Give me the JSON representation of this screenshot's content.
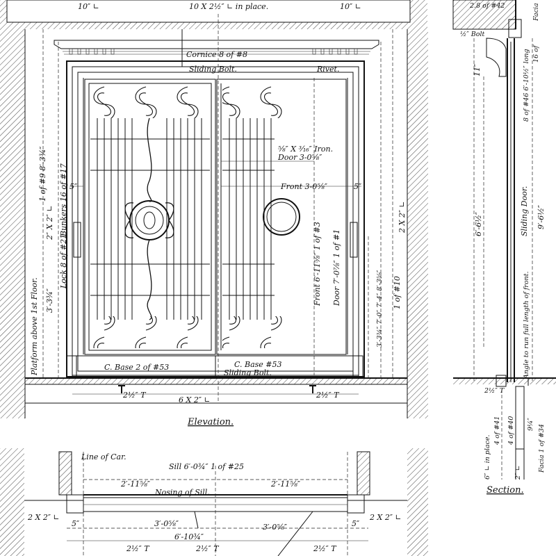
{
  "views": {
    "elevation": "Elevation.",
    "section": "Section."
  },
  "labels": {
    "top_left_channel": "10″ ∟",
    "top_channel_in_place": "10 X 2½″ ∟ in place.",
    "top_right_channel": "10″ ∟",
    "cornice": "Cornice 8 of #8",
    "sliding_bolt_top": "Sliding Bolt.",
    "rivet": "Rivet.",
    "iron": "⁵⁄₈″ X ³⁄₁₆″ Iron.",
    "door_width": "Door 3-0⁵⁄₈″",
    "front_width": "Front 3-0⁵⁄₈″",
    "left_angle": "2″ X 2″ ∟",
    "left_dim_9": "1 of #9  8′-3¾″",
    "bunkers": "Bunkers 16 of #17",
    "lock": "Lock 8 of #21",
    "left_3_3": "3′-3¾″",
    "platform": "Platform above 1st Floor.",
    "front_height": "Front 6′-11⁵⁄₈″  1 of #3",
    "door_height": "Door 7′-0⁷⁄₈″  1 of #1",
    "right_dims": "3′-3¾″  7′-0″  7′-4″  8′-3⁵⁄₈″",
    "right_10": "1 of #10",
    "right_angle": "2 X 2″ ∟",
    "dim_5_left": "5″",
    "dim_5_right": "5″",
    "c_base_2": "C. Base 2 of #53",
    "c_base_53": "C. Base #53",
    "sliding_bolt_bottom": "Sliding Bolt.",
    "t_left": "2½″ T",
    "channel_bottom": "6 X 2″ ∟",
    "t_right": "2½″ T",
    "line_of_car": "Line of Car.",
    "sill": "Sill 6′-0¾″  1 of #25",
    "sill_left": "2′-11⁵⁄₈″",
    "sill_right": "2′-11⁵⁄₈″",
    "nosing": "Nosing of Sill.",
    "plan_left_angle": "2 X 2″ ∟",
    "plan_right_angle": "2 X 2″ ∟",
    "plan_5_left": "5″",
    "plan_5_right": "5″",
    "plan_3_left": "3′-0⁵⁄₈″",
    "plan_3_right": "3′-0⁵⁄₈″",
    "plan_overall": "6′-10¾″",
    "plan_t_left": "2½″ T",
    "plan_t_mid": "2½″ T",
    "plan_t_right": "2½″ T",
    "sec_top": "2.8 of #42",
    "sec_bolt": "½″ Bolt",
    "sec_facia_top": "Facia",
    "sec_8of46": "8 of #46  6′-10½″ long",
    "sec_16of": "16 of",
    "sec_11": "11″",
    "sec_sliding_door": "Sliding Door.",
    "sec_6_6": "6′-6½″",
    "sec_9_6": "9′-6½″",
    "sec_angle": "Angle to run full length of front.",
    "sec_2_5T": "2½″ T",
    "sec_4of41": "4 of #41",
    "sec_4of40": "4 of #40",
    "sec_6in": "6″ ∟ in place.",
    "sec_9": "9¼″",
    "sec_2L": "2″ ∟",
    "sec_facia": "Facia 1 of #34"
  }
}
